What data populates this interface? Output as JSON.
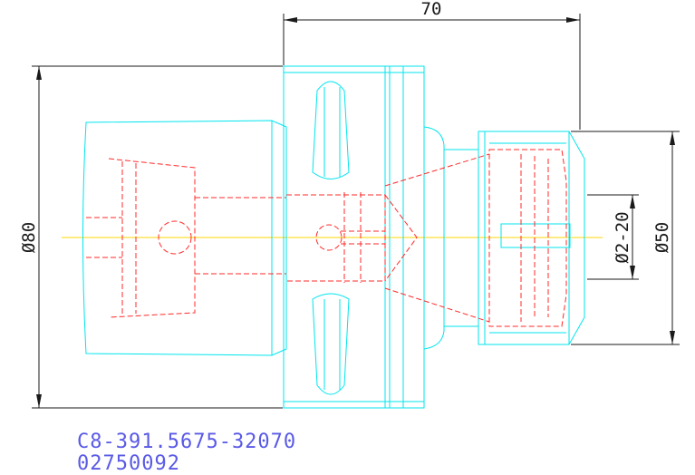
{
  "dimensions": {
    "length": "70",
    "diameter_outer": "Ø80",
    "diameter_nose": "Ø50",
    "diameter_range": "Ø2-20"
  },
  "part": {
    "number": "C8-391.5675-32070",
    "code": "02750092"
  },
  "colors": {
    "outline": "#00e5ee",
    "hidden": "#ff2a2a",
    "dimension": "#1a1a1a",
    "centerline": "#ffd400",
    "label": "#5a5ae6"
  }
}
